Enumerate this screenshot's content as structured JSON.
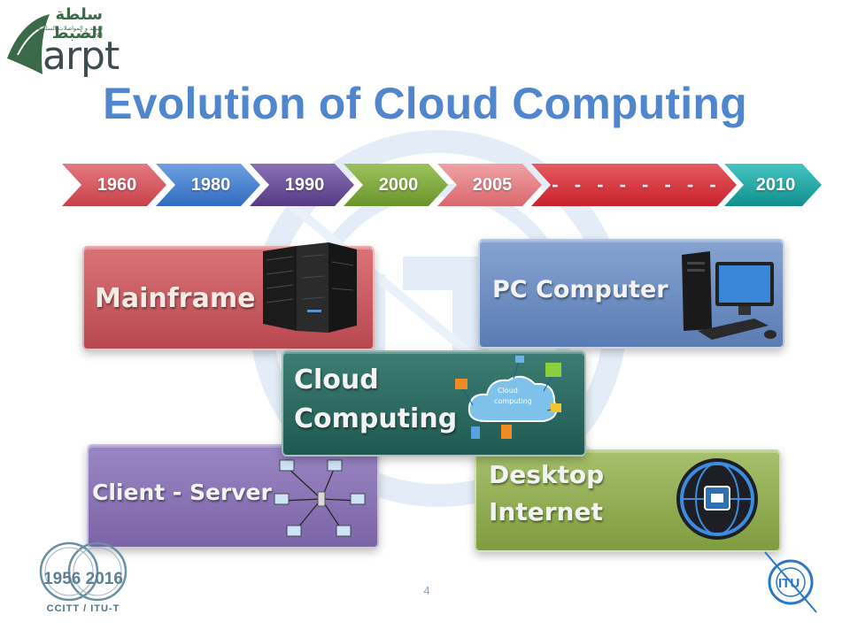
{
  "slide": {
    "title": "Evolution of Cloud Computing",
    "page_number": "4"
  },
  "timeline": [
    {
      "label": "1960",
      "color": "#d9535b"
    },
    {
      "label": "1980",
      "color": "#3e7fd0"
    },
    {
      "label": "1990",
      "color": "#6a4f99"
    },
    {
      "label": "2000",
      "color": "#7ea73b"
    },
    {
      "label": "2005",
      "color": "#e08085"
    },
    {
      "label": "- - - - - - - -",
      "color": "#d2323a"
    },
    {
      "label": "2010",
      "color": "#19a7a4"
    }
  ],
  "eras": {
    "mainframe": {
      "label": "Mainframe",
      "color": "#c8575d"
    },
    "pc": {
      "label": "PC Computer",
      "color": "#6f8fc3"
    },
    "cloud": {
      "label_line1": "Cloud",
      "label_line2": "Computing",
      "color": "#2f6b63",
      "icon_text_1": "Cloud",
      "icon_text_2": "computing"
    },
    "client_server": {
      "label": "Client - Server",
      "color": "#8872b3"
    },
    "desktop_internet": {
      "label_line1": "Desktop",
      "label_line2": "Internet",
      "color": "#92ae55"
    }
  },
  "logos": {
    "arpt_arabic": "سلطة الضبط",
    "arpt_arabic_sub": "للبريد و المواصلات السلكية و اللاسلكية",
    "arpt_name": "arpt",
    "anniversary_years": "1956 2016",
    "anniversary_caption": "CCITT / ITU-T",
    "itu": "ITU"
  },
  "colors": {
    "title": "#4f86cd",
    "watermark": "#dbe7f4"
  }
}
